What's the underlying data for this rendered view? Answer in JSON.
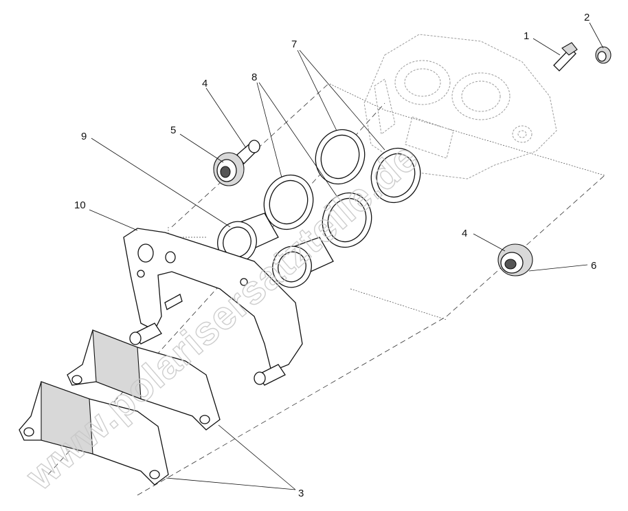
{
  "callouts": [
    "1",
    "2",
    "3",
    "4",
    "4",
    "5",
    "6",
    "7",
    "8",
    "9",
    "10"
  ],
  "watermark": "www.polarisersatzteile.de"
}
